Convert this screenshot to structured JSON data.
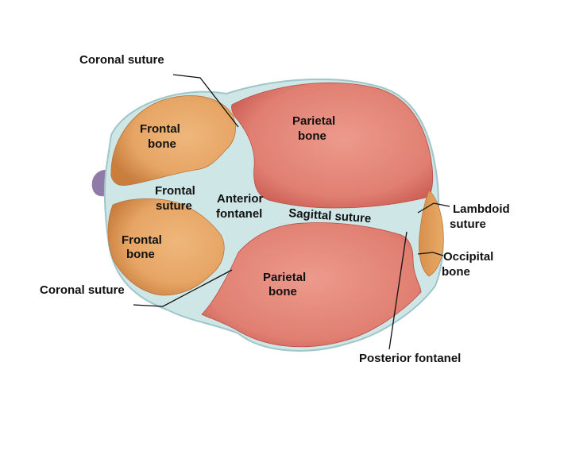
{
  "colors": {
    "parietal_bone": "#e07f72",
    "parietal_shadow": "#c9584f",
    "frontal_bone": "#e6a565",
    "frontal_shadow": "#c97e3e",
    "occipital_bone": "#e3a05c",
    "membrane": "#cfe6e6",
    "membrane_edge": "#9fc6c8",
    "tissue_nub": "#8f7aa8",
    "label_text": "#111111"
  },
  "labels": {
    "coronal_suture_top": "Coronal suture",
    "frontal_bone_top_1": "Frontal",
    "frontal_bone_top_2": "bone",
    "parietal_bone_top_1": "Parietal",
    "parietal_bone_top_2": "bone",
    "frontal_suture_1": "Frontal",
    "frontal_suture_2": "suture",
    "anterior_fontanel_1": "Anterior",
    "anterior_fontanel_2": "fontanel",
    "sagittal_suture": "Sagittal suture",
    "lambdoid_suture_1": "Lambdoid",
    "lambdoid_suture_2": "suture",
    "frontal_bone_bottom_1": "Frontal",
    "frontal_bone_bottom_2": "bone",
    "occipital_bone_1": "Occipital",
    "occipital_bone_2": "bone",
    "parietal_bone_bottom_1": "Parietal",
    "parietal_bone_bottom_2": "bone",
    "coronal_suture_bottom": "Coronal suture",
    "posterior_fontanel": "Posterior fontanel"
  }
}
